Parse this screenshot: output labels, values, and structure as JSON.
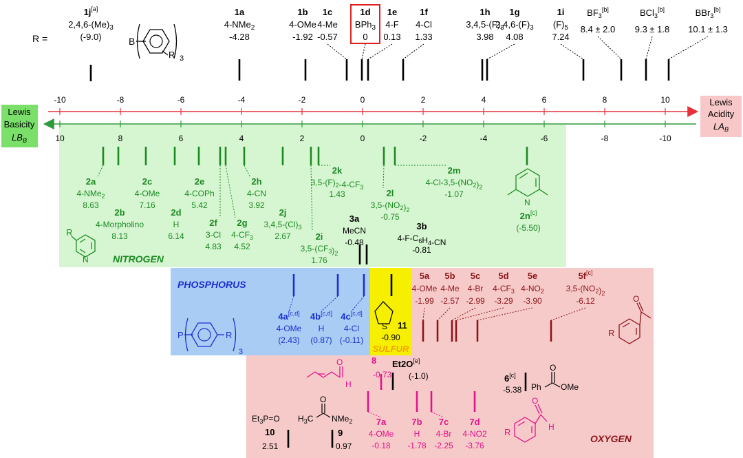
{
  "lewis_acids": {
    "prefix": "R =",
    "general_structure_left": "B",
    "general_structure_sub_R": "R",
    "general_structure_sub_3": "3",
    "entries": [
      {
        "id": "1j",
        "sup": "[a]",
        "r": "2,4,6-(Me)3",
        "val": "(-9.0)"
      },
      {
        "id": "1a",
        "sup": "",
        "r": "4-NMe2",
        "val": "-4.28"
      },
      {
        "id": "1b",
        "sup": "",
        "r": "4-OMe",
        "val": "-1.92"
      },
      {
        "id": "1c",
        "sup": "",
        "r": "4-Me",
        "val": "-0.57"
      },
      {
        "id": "1d",
        "sup": "",
        "r": "BPh3",
        "val": "0"
      },
      {
        "id": "1e",
        "sup": "",
        "r": "4-F",
        "val": "0.13"
      },
      {
        "id": "1f",
        "sup": "",
        "r": "4-Cl",
        "val": "1.33"
      },
      {
        "id": "1h",
        "sup": "",
        "r": "3,4,5-(F)3",
        "val": "3.98"
      },
      {
        "id": "1g",
        "sup": "",
        "r": "2,4,6-(F)3",
        "val": "4.08"
      },
      {
        "id": "1i",
        "sup": "",
        "r": "(F)5",
        "val": "7.24"
      },
      {
        "id": "BF3",
        "sup": "[b]",
        "r": "",
        "val": "8.4 ± 2.0"
      },
      {
        "id": "BCl3",
        "sup": "[b]",
        "r": "",
        "val": "9.3 ± 1.8"
      },
      {
        "id": "BBr3",
        "sup": "[b]",
        "r": "",
        "val": "10.1 ± 1.3"
      }
    ]
  },
  "axes": {
    "acidity_label": [
      "Lewis",
      "Acidity",
      "LA",
      "B"
    ],
    "basicity_label": [
      "Lewis",
      "Basicity",
      "LB",
      "B"
    ],
    "acidity_ticks": [
      "-10",
      "-8",
      "-6",
      "-4",
      "-2",
      "0",
      "2",
      "4",
      "6",
      "8",
      "10"
    ],
    "basicity_ticks": [
      "10",
      "8",
      "6",
      "4",
      "2",
      "0",
      "-2",
      "-4",
      "-6",
      "-8",
      "-10"
    ]
  },
  "nitrogen": {
    "class_label": "NITROGEN",
    "ring_R": "R",
    "ring_N": "N",
    "entries": [
      {
        "id": "2a",
        "r": "4-NMe2",
        "val": "8.63"
      },
      {
        "id": "2b",
        "r": "4-Morpholino",
        "val": "8.13"
      },
      {
        "id": "2c",
        "r": "4-OMe",
        "val": "7.16"
      },
      {
        "id": "2d",
        "r": "H",
        "val": "6.14"
      },
      {
        "id": "2e",
        "r": "4-COPh",
        "val": "5.42"
      },
      {
        "id": "2f",
        "r": "3-Cl",
        "val": "4.83"
      },
      {
        "id": "2g",
        "r": "4-CF3",
        "val": "4.52"
      },
      {
        "id": "2h",
        "r": "4-CN",
        "val": "3.92"
      },
      {
        "id": "2j",
        "r": "3,4,5-(Cl)3",
        "val": "2.67"
      },
      {
        "id": "2i",
        "r": "3,5-(CF3)2",
        "val": "1.76"
      },
      {
        "id": "2k",
        "r": "3,5-(F)2-4-CF3",
        "val": "1.43"
      },
      {
        "id": "2l",
        "r": "3,5-(NO2)2",
        "val": "-0.75"
      },
      {
        "id": "2m",
        "r": "4-Cl-3,5-(NO2)2",
        "val": "-1.07"
      },
      {
        "id": "2n",
        "sup": "[c]",
        "r": "",
        "val": "(-5.50)"
      }
    ],
    "nitriles": [
      {
        "id": "3a",
        "r": "MeCN",
        "val": "-0.48"
      },
      {
        "id": "3b",
        "r": "4-F-C6H4-CN",
        "val": "-0.81"
      }
    ]
  },
  "phosphorus": {
    "class_label": "PHOSPHORUS",
    "struct_P": "P",
    "struct_R": "R",
    "struct_3": "3",
    "entries": [
      {
        "id": "4a",
        "sup": "[c,d]",
        "r": "4-OMe",
        "val": "(2.43)"
      },
      {
        "id": "4b",
        "sup": "[c,d]",
        "r": "H",
        "val": "(0.87)"
      },
      {
        "id": "4c",
        "sup": "[c,d]",
        "r": "4-Cl",
        "val": "(-0.11)"
      }
    ]
  },
  "sulfur": {
    "class_label": "SULFUR",
    "atom": "S",
    "id": "11",
    "val": "-0.90"
  },
  "oxygen": {
    "class_label": "OXYGEN",
    "ketones": [
      {
        "id": "5a",
        "r": "4-OMe",
        "val": "-1.99"
      },
      {
        "id": "5b",
        "r": "4-Me",
        "val": "-2.57"
      },
      {
        "id": "5c",
        "r": "4-Br",
        "val": "-2.99"
      },
      {
        "id": "5d",
        "r": "4-CF3",
        "val": "-3.29"
      },
      {
        "id": "5e",
        "r": "4-NO2",
        "val": "-3.90"
      },
      {
        "id": "5f",
        "sup": "[c]",
        "r": "3,5-(NO2)2",
        "val": "-6.12"
      }
    ],
    "crotonaldehyde": {
      "id": "8",
      "val": "-0.73"
    },
    "ether": {
      "id": "Et2O",
      "sup": "[e]",
      "val": "(-1.0)"
    },
    "ester": {
      "id": "6",
      "sup": "[c]",
      "val": "-5.38",
      "Ph": "Ph",
      "OMe": "OMe"
    },
    "aldehydes": [
      {
        "id": "7a",
        "r": "4-OMe",
        "val": "-0.18"
      },
      {
        "id": "7b",
        "r": "H",
        "val": "-1.78"
      },
      {
        "id": "7c",
        "r": "4-Br",
        "val": "-2.25"
      },
      {
        "id": "7d",
        "r": "4-NO2",
        "val": "-3.76"
      }
    ],
    "phosphine_oxide": {
      "id": "10",
      "formula": "Et3P=O",
      "val": "2.51"
    },
    "amide": {
      "id": "9",
      "val": "0.97",
      "H3C": "H3C",
      "NMe2": "NMe2"
    }
  },
  "colors": {
    "acid_axis": "#e8303a",
    "base_axis": "#2e9a3a",
    "nitrogen": "#1b8a22",
    "phosphorus": "#1a2fd0",
    "oxygen": "#8b1518",
    "aldehyde": "#e0138c",
    "sulfur_bg": "#f7ef00",
    "sulfur_text": "#f2a300"
  }
}
